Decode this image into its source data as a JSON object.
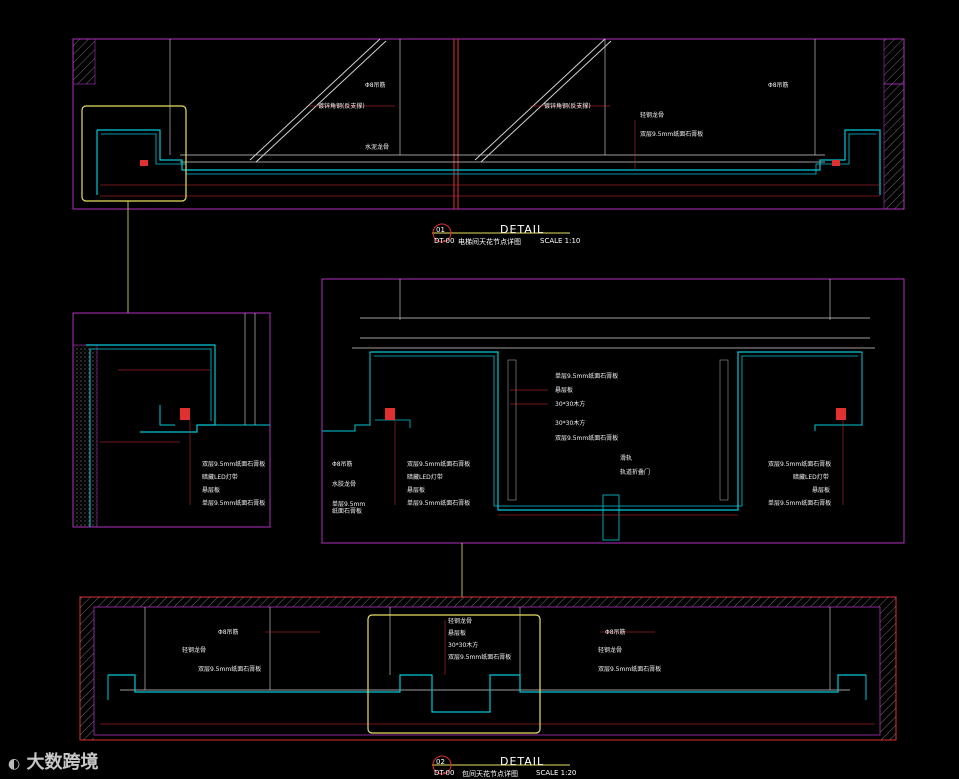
{
  "colors": {
    "frame": "#b030c0",
    "ceiling": "#00c8d8",
    "dim": "#e03030",
    "highlight": "#e8e060",
    "leader": "#e03030",
    "structure": "#d0d0d0"
  },
  "detail1": {
    "tag": "01",
    "sheet": "DT-00",
    "heading": "DETAIL",
    "title": "电梯间天花节点详图",
    "scale": "SCALE 1:10",
    "labels": [
      "Φ8吊筋",
      "镀锌角钢(反支撑)",
      "水泥龙骨",
      "镀锌角钢(反支撑)",
      "轻钢龙骨",
      "双层9.5mm纸面石膏板",
      "Φ8吊筋"
    ]
  },
  "detail_zoom_left": {
    "labels": [
      "双层9.5mm纸面石膏板",
      "暗藏LED灯带",
      "悬层板",
      "单层9.5mm纸面石膏板"
    ]
  },
  "detail_middle": {
    "labels_center": [
      "单层9.5mm纸面石膏板",
      "悬层板",
      "30*30木方",
      "30*30木方",
      "双层9.5mm纸面石膏板",
      "滑轨",
      "轨道折叠门"
    ],
    "labels_left": [
      "Φ8吊筋",
      "水胶龙骨",
      "单层9.5mm纸面石膏板"
    ],
    "labels_left_inner": [
      "双层9.5mm纸面石膏板",
      "暗藏LED灯带",
      "悬层板",
      "单层9.5mm纸面石膏板"
    ],
    "labels_right": [
      "双层9.5mm纸面石膏板",
      "暗藏LED灯带",
      "悬层板",
      "单层9.5mm纸面石膏板"
    ]
  },
  "detail2": {
    "tag": "02",
    "sheet": "DT-00",
    "heading": "DETAIL",
    "title": "包间天花节点详图",
    "scale": "SCALE 1:20",
    "labels_center": [
      "轻钢龙骨",
      "悬层板",
      "30*30木方",
      "双层9.5mm纸面石膏板"
    ],
    "labels_left": [
      "Φ8吊筋",
      "轻钢龙骨",
      "双层9.5mm纸面石膏板"
    ],
    "labels_right": [
      "Φ8吊筋",
      "轻钢龙骨",
      "双层9.5mm纸面石膏板"
    ]
  },
  "watermark": "大数跨境"
}
